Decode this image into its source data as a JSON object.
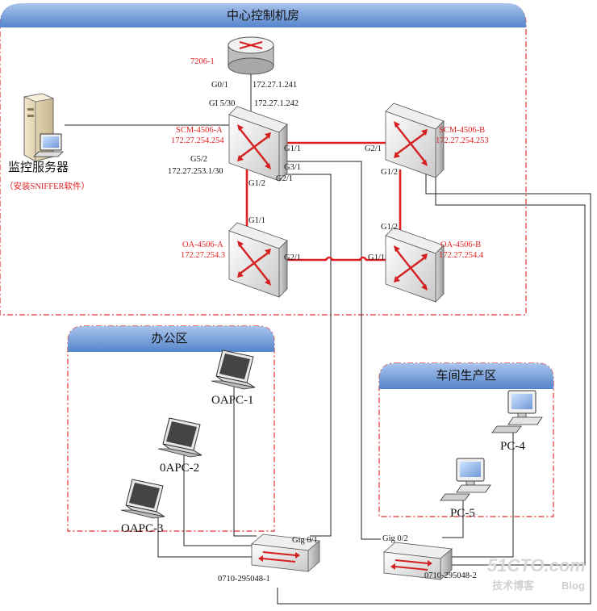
{
  "zones": {
    "center": "中心控制机房",
    "office": "办公区",
    "workshop": "车间生产区"
  },
  "router": {
    "name": "7206-1"
  },
  "monitor": {
    "name": "监控服务器",
    "note": "（安装SNIFFER软件）"
  },
  "switches": {
    "scm_a": {
      "name": "SCM-4506-A",
      "ip": "172.27.254.254"
    },
    "scm_b": {
      "name": "SCM-4506-B",
      "ip": "172.27.254.253"
    },
    "oa_a": {
      "name": "OA-4506-A",
      "ip": "172.27.254.3"
    },
    "oa_b": {
      "name": "OA-4506-B",
      "ip": "172.27.254.4"
    }
  },
  "ports": {
    "router_g01": "G0/1",
    "router_ip": "172.27.1.241",
    "scm_a_gi530": "GI 5/30",
    "scm_a_ip_up": "172.27.1.242",
    "scm_a_g52": "G5/2",
    "scm_a_g52_ip": "172.27.253.1/30",
    "scm_a_g11": "G1/1",
    "scm_a_g31": "G3/1",
    "scm_a_g21": "G2/1",
    "scm_a_g12": "G1/2",
    "scm_b_g21": "G2/1",
    "scm_b_g12": "G1/2",
    "oa_a_g11": "G1/1",
    "oa_a_g21": "G2/1",
    "oa_b_g12": "G1/2",
    "oa_b_g11": "G1/1",
    "sw1_port": "Gig 0/1",
    "sw2_port": "Gig 0/2"
  },
  "access_switches": {
    "sw1": "0710-295048-1",
    "sw2": "0710-295048-2"
  },
  "hosts": {
    "oapc1": "OAPC-1",
    "oapc2": "0APC-2",
    "oapc3": "OAPC-3",
    "pc4": "PC-4",
    "pc5": "PC-5"
  },
  "watermark": {
    "site": "51CTO.com",
    "sub": "技术博客",
    "blog": "Blog"
  },
  "colors": {
    "zone_border": "#e03030",
    "zone_header": "#6f9ad6",
    "trunk_link": "#e02020",
    "label_red": "#e02020"
  }
}
